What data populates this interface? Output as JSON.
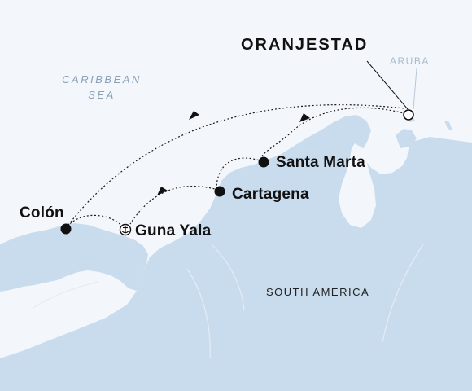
{
  "origin": {
    "name": "ORANJESTAD"
  },
  "island_label": "ARUBA",
  "sea_label": {
    "line1": "CARIBBEAN",
    "line2": "SEA"
  },
  "region_label": "SOUTH AMERICA",
  "ports": [
    {
      "id": "colon",
      "name": "Colón",
      "marker": "dot"
    },
    {
      "id": "guna-yala",
      "name": "Guna Yala",
      "marker": "anchor"
    },
    {
      "id": "cartagena",
      "name": "Cartagena",
      "marker": "dot"
    },
    {
      "id": "santa-marta",
      "name": "Santa Marta",
      "marker": "dot"
    }
  ],
  "colors": {
    "water": "#f3f6fa",
    "land": "#c9dcee",
    "route": "#1b1b1b",
    "marker": "#111111"
  }
}
